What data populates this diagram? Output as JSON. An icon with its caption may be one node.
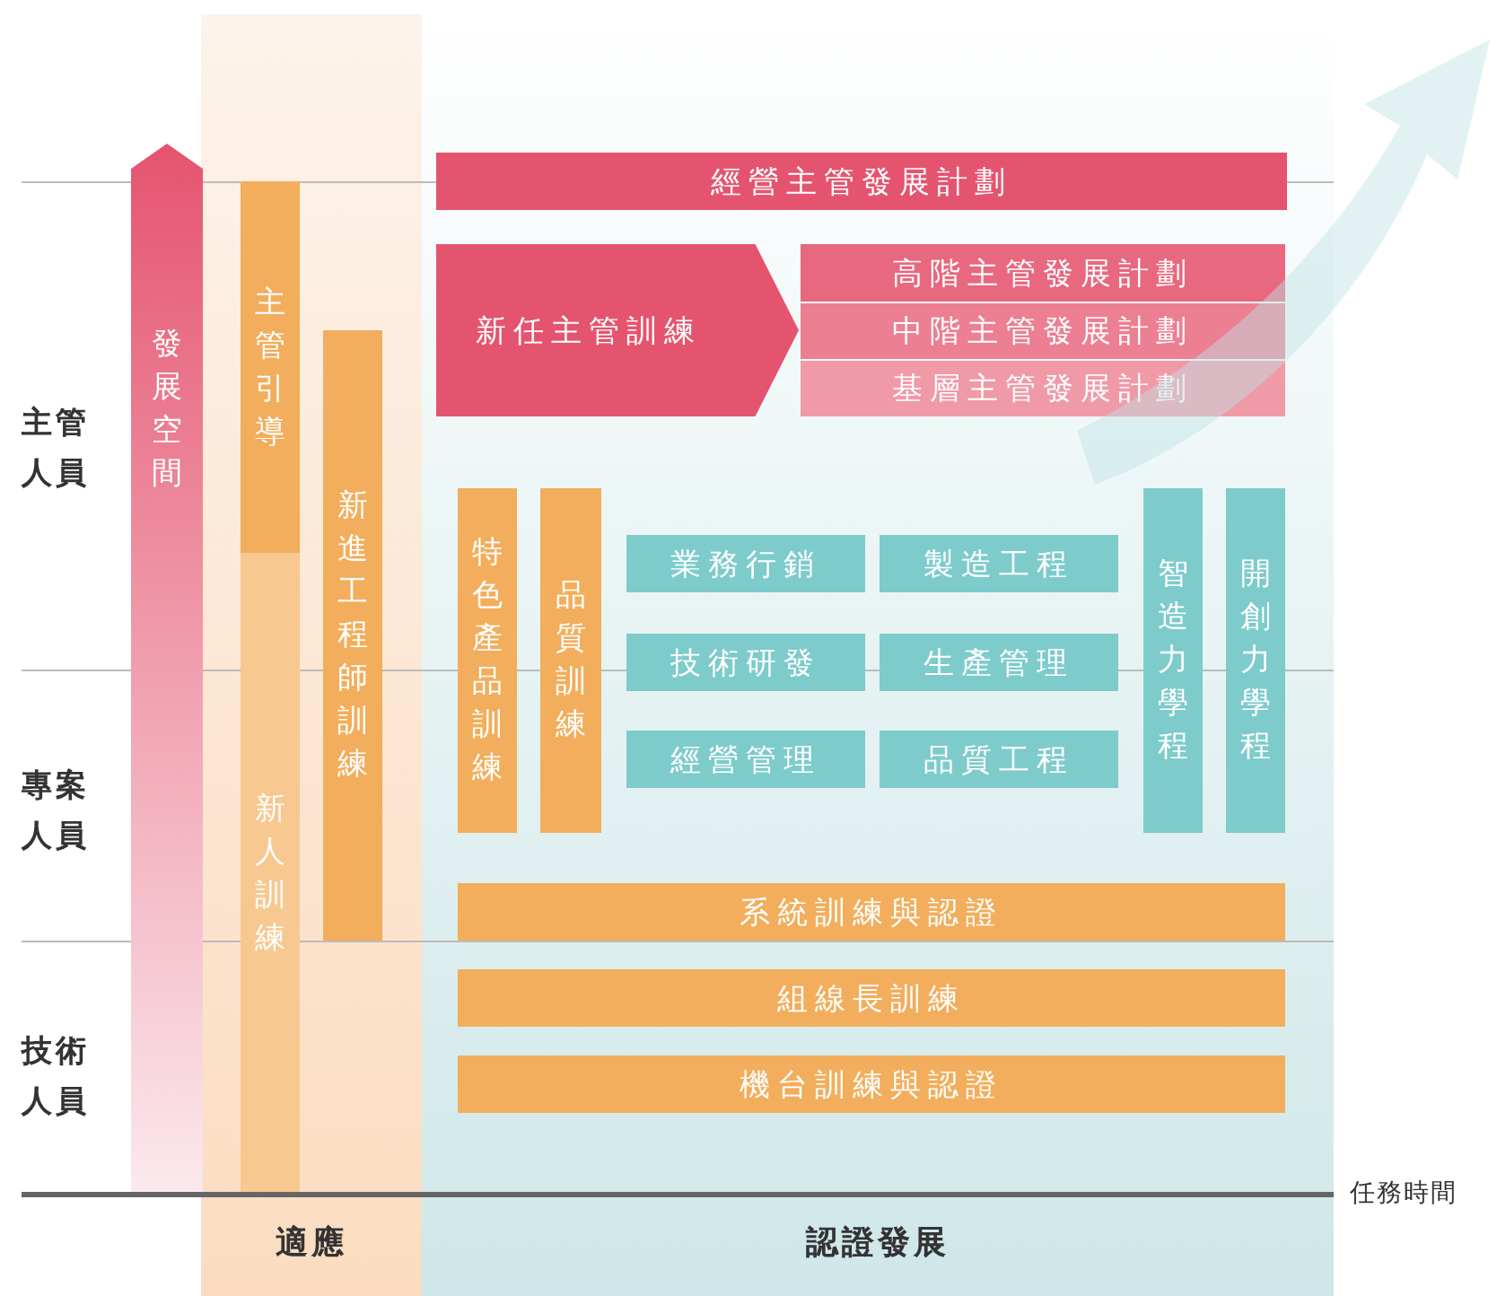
{
  "diagram": {
    "nodes": [
      {
        "text": [
          "適應"
        ]
      },
      {
        "text": [
          "認證發展"
        ]
      },
      {
        "text": [
          "發展空間"
        ]
      },
      {
        "text": [
          "主管引導"
        ],
        "in": 0
      },
      {
        "text": [
          "新人訓練"
        ],
        "in": 0
      },
      {
        "text": [
          "新進工程師訓練"
        ],
        "in": 0
      },
      {
        "text": [
          "經營主管發展計劃"
        ],
        "in": 1
      },
      {
        "text": [
          "高階主管發展計劃"
        ],
        "in": 1
      },
      {
        "text": [
          "中階主管發展計劃"
        ],
        "in": 1
      },
      {
        "text": [
          "基層主管發展計劃"
        ],
        "in": 1
      },
      {
        "text": [
          "新任主管訓練"
        ],
        "in": 1
      },
      {
        "text": [
          "特色產品訓練"
        ],
        "in": 1
      },
      {
        "text": [
          "品質訓練"
        ],
        "in": 1
      },
      {
        "text": [
          "業務行銷"
        ],
        "in": 1
      },
      {
        "text": [
          "製造工程"
        ],
        "in": 1
      },
      {
        "text": [
          "技術研發"
        ],
        "in": 1
      },
      {
        "text": [
          "生產管理"
        ],
        "in": 1
      },
      {
        "text": [
          "經營管理"
        ],
        "in": 1
      },
      {
        "text": [
          "品質工程"
        ],
        "in": 1
      },
      {
        "text": [
          "智造力學程"
        ],
        "in": 1
      },
      {
        "text": [
          "開創力學程"
        ],
        "in": 1
      },
      {
        "text": [
          "系統訓練與認證"
        ],
        "in": 1
      },
      {
        "text": [
          "組線長訓練"
        ],
        "in": 1
      },
      {
        "text": [
          "機台訓練與認證"
        ],
        "in": 1
      }
    ],
    "labels": [
      "主管人員",
      "專案人員",
      "技術人員",
      "任務時間"
    ]
  }
}
